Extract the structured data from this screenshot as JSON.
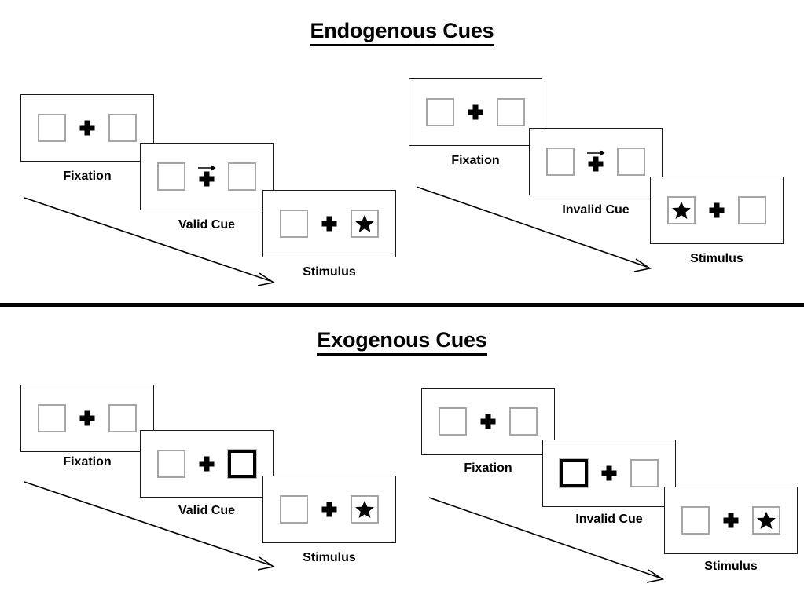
{
  "figure": {
    "title_top": "Endogenous Cues",
    "title_bottom": "Exogenous Cues"
  },
  "colors": {
    "box_border": "#a6a6a6",
    "cued_box_border": "#000000",
    "frame_border": "#1a1a1a",
    "ink": "#000000",
    "background": "#ffffff"
  },
  "labels": {
    "fixation": "Fixation",
    "valid_cue": "Valid Cue",
    "invalid_cue": "Invalid Cue",
    "stimulus": "Stimulus"
  },
  "sections": [
    {
      "id": "endogenous",
      "title": "Endogenous Cues",
      "cue_type": "central-arrow",
      "sequences": [
        {
          "id": "endogenous-valid",
          "condition": "Valid Cue",
          "panels": [
            {
              "name": "Fixation",
              "label": "Fixation",
              "left_box": "empty",
              "right_box": "empty",
              "center": "plus",
              "arrow_cue": "none"
            },
            {
              "name": "Valid Cue",
              "label": "Valid Cue",
              "left_box": "empty",
              "right_box": "empty",
              "center": "plus",
              "arrow_cue": "right"
            },
            {
              "name": "Stimulus",
              "label": "Stimulus",
              "left_box": "empty",
              "right_box": "star",
              "center": "plus",
              "arrow_cue": "none"
            }
          ]
        },
        {
          "id": "endogenous-invalid",
          "condition": "Invalid Cue",
          "panels": [
            {
              "name": "Fixation",
              "label": "Fixation",
              "left_box": "empty",
              "right_box": "empty",
              "center": "plus",
              "arrow_cue": "none"
            },
            {
              "name": "Invalid Cue",
              "label": "Invalid Cue",
              "left_box": "empty",
              "right_box": "empty",
              "center": "plus",
              "arrow_cue": "right"
            },
            {
              "name": "Stimulus",
              "label": "Stimulus",
              "left_box": "star",
              "right_box": "empty",
              "center": "plus",
              "arrow_cue": "none"
            }
          ]
        }
      ]
    },
    {
      "id": "exogenous",
      "title": "Exogenous Cues",
      "cue_type": "peripheral-box-flash",
      "sequences": [
        {
          "id": "exogenous-valid",
          "condition": "Valid Cue",
          "panels": [
            {
              "name": "Fixation",
              "label": "Fixation",
              "left_box": "empty",
              "right_box": "empty",
              "center": "plus",
              "arrow_cue": "none"
            },
            {
              "name": "Valid Cue",
              "label": "Valid Cue",
              "left_box": "empty",
              "right_box": "cued",
              "center": "plus",
              "arrow_cue": "none"
            },
            {
              "name": "Stimulus",
              "label": "Stimulus",
              "left_box": "empty",
              "right_box": "star",
              "center": "plus",
              "arrow_cue": "none"
            }
          ]
        },
        {
          "id": "exogenous-invalid",
          "condition": "Invalid Cue",
          "panels": [
            {
              "name": "Fixation",
              "label": "Fixation",
              "left_box": "empty",
              "right_box": "empty",
              "center": "plus",
              "arrow_cue": "none"
            },
            {
              "name": "Invalid Cue",
              "label": "Invalid Cue",
              "left_box": "cued",
              "right_box": "empty",
              "center": "plus",
              "arrow_cue": "none"
            },
            {
              "name": "Stimulus",
              "label": "Stimulus",
              "left_box": "empty",
              "right_box": "star",
              "center": "plus",
              "arrow_cue": "none"
            }
          ]
        }
      ]
    }
  ],
  "icons": {
    "star": "star-icon",
    "fixation_cross": "fixation-cross-icon",
    "cue_arrow": "arrow-right-icon",
    "time_arrow": "time-flow-arrow-icon"
  }
}
